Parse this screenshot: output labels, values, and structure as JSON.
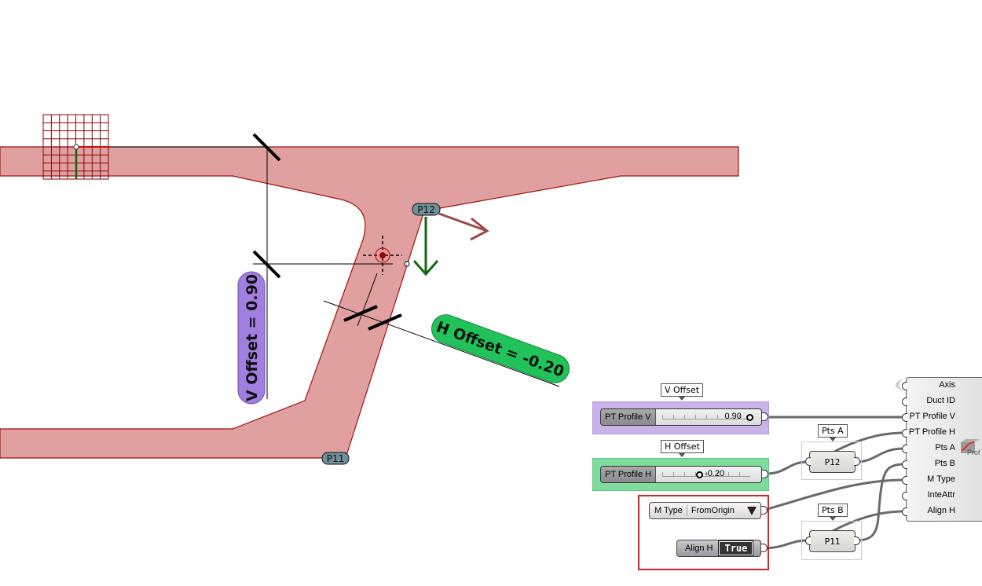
{
  "viewport": {
    "points": [
      {
        "id": "p12",
        "label": "P12"
      },
      {
        "id": "p11",
        "label": "P11"
      }
    ],
    "annotations": {
      "v_offset": "V Offset = 0.90",
      "h_offset": "H Offset = -0.20"
    },
    "colors": {
      "duct_fill": "#e0a0a0",
      "duct_edge": "#a01010",
      "v_label_bg": "#a07fe0",
      "h_label_bg": "#22c25a",
      "z_axis": "#116611",
      "x_axis": "#9a4a4a",
      "point_tag": "#6f8f9a"
    }
  },
  "canvas": {
    "groups": {
      "v_offset_color": "#c9b3ea",
      "h_offset_color": "#7ddc9e"
    },
    "sliders": [
      {
        "id": "v",
        "tag": "V Offset",
        "label": "PT Profile V",
        "value": "0.90",
        "fraction": 0.95
      },
      {
        "id": "h",
        "tag": "H Offset",
        "label": "PT Profile H",
        "value": "-0.20",
        "fraction": 0.4
      }
    ],
    "value_list": {
      "label": "M Type",
      "value": "FromOrigin",
      "arrow": "triangle-down-icon"
    },
    "toggle": {
      "label": "Align H",
      "value": "True"
    },
    "relays": [
      {
        "tag": "Pts A",
        "label": "P12"
      },
      {
        "tag": "Pts B",
        "label": "P11"
      }
    ],
    "component": {
      "icon_label": "Prof",
      "inputs": [
        "Axis",
        "Duct ID",
        "PT Profile V",
        "PT Profile H",
        "Pts A",
        "Pts B",
        "M Type",
        "InteAttr",
        "Align H"
      ]
    },
    "scope_color": "#e02020"
  }
}
